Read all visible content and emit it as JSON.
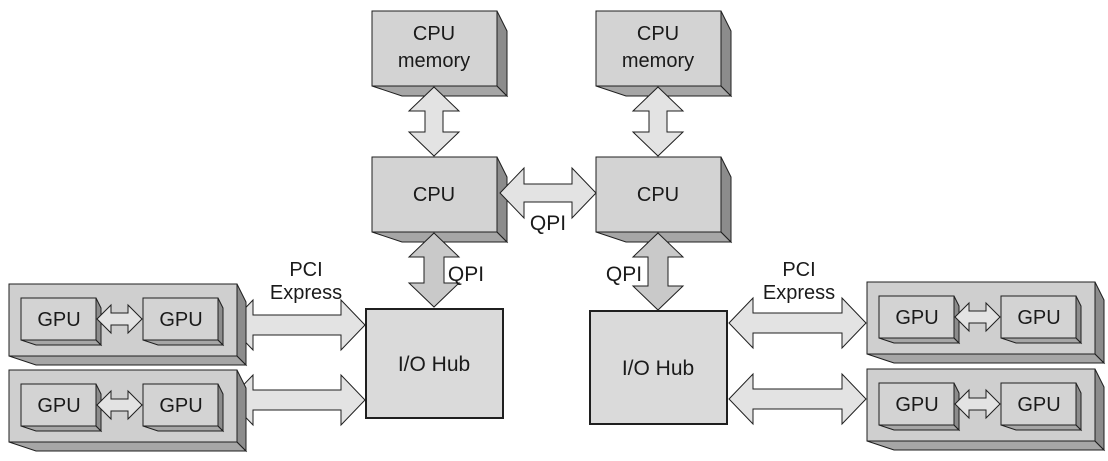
{
  "diagram": {
    "title": "Dual-socket CPU / multi-GPU system topology",
    "colors": {
      "box_face": "#d3d3d3",
      "box_side": "#8c8c8c",
      "box_bottom": "#a6a6a6",
      "tray_face": "#cfcfcf",
      "arrow_fill": "#e3e3e3",
      "hub_fill": "#dadada",
      "stroke": "#1f1f1f",
      "text": "#1a1a1a"
    },
    "nodes": {
      "cpu_memory_left": {
        "line1": "CPU",
        "line2": "memory"
      },
      "cpu_memory_right": {
        "line1": "CPU",
        "line2": "memory"
      },
      "cpu_left": {
        "label": "CPU"
      },
      "cpu_right": {
        "label": "CPU"
      },
      "io_hub_left": {
        "label": "I/O Hub"
      },
      "io_hub_right": {
        "label": "I/O Hub"
      },
      "gpu_label": "GPU"
    },
    "links": {
      "cpu_cpu": "QPI",
      "cpu_hub_left": "QPI",
      "cpu_hub_right": "QPI",
      "pci_left_line1": "PCI",
      "pci_left_line2": "Express",
      "pci_right_line1": "PCI",
      "pci_right_line2": "Express"
    }
  }
}
